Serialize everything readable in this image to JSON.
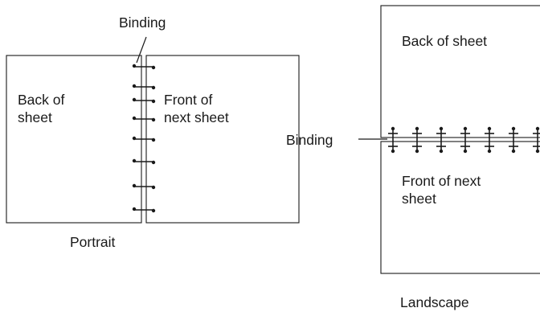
{
  "portrait": {
    "binding_label": "Binding",
    "left_sheet_label": [
      "Back of",
      "sheet"
    ],
    "right_sheet_label": [
      "Front of",
      "next sheet"
    ],
    "caption": "Portrait"
  },
  "landscape": {
    "binding_label": "Binding",
    "top_sheet_label": "Back of sheet",
    "bottom_sheet_label": [
      "Front of next",
      "sheet"
    ],
    "caption": "Landscape"
  },
  "colors": {
    "stroke": "#1a1a1a",
    "background": "#ffffff"
  }
}
